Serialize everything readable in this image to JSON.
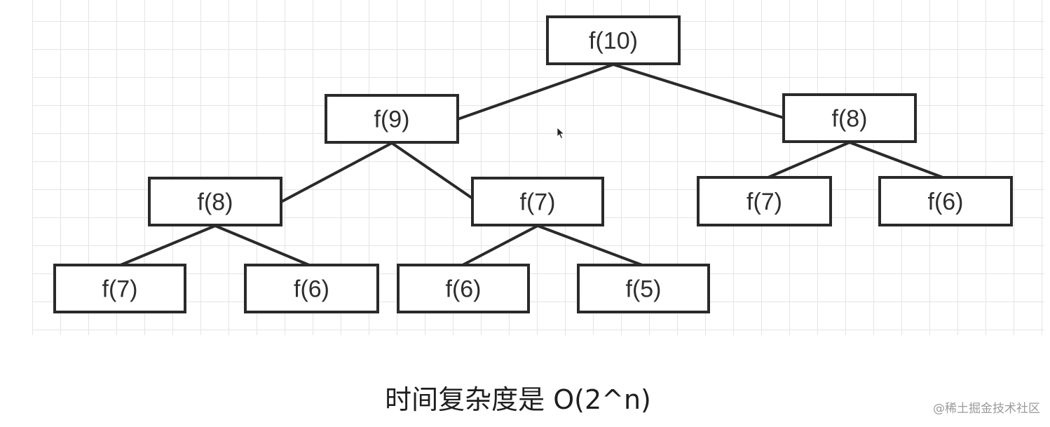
{
  "tree": {
    "nodes": [
      {
        "id": "n10",
        "label": "f(10)"
      },
      {
        "id": "n9",
        "label": "f(9)"
      },
      {
        "id": "n8a",
        "label": "f(8)"
      },
      {
        "id": "n8b",
        "label": "f(8)"
      },
      {
        "id": "n7a",
        "label": "f(7)"
      },
      {
        "id": "n7b",
        "label": "f(7)"
      },
      {
        "id": "n6a",
        "label": "f(6)"
      },
      {
        "id": "n7c",
        "label": "f(7)"
      },
      {
        "id": "n6b",
        "label": "f(6)"
      },
      {
        "id": "n6c",
        "label": "f(6)"
      },
      {
        "id": "n5",
        "label": "f(5)"
      }
    ],
    "edges": [
      [
        "n10",
        "n9"
      ],
      [
        "n10",
        "n8a"
      ],
      [
        "n9",
        "n8b"
      ],
      [
        "n9",
        "n7b"
      ],
      [
        "n8a",
        "n7a"
      ],
      [
        "n8a",
        "n6a"
      ],
      [
        "n8b",
        "n7c"
      ],
      [
        "n8b",
        "n6b"
      ],
      [
        "n7b",
        "n6c"
      ],
      [
        "n7b",
        "n5"
      ]
    ]
  },
  "caption": "时间复杂度是 O(2^n)",
  "watermark": "@稀土掘金技术社区",
  "colors": {
    "stroke": "#2a2a2a",
    "grid": "#e4e4e4",
    "background": "#ffffff"
  }
}
